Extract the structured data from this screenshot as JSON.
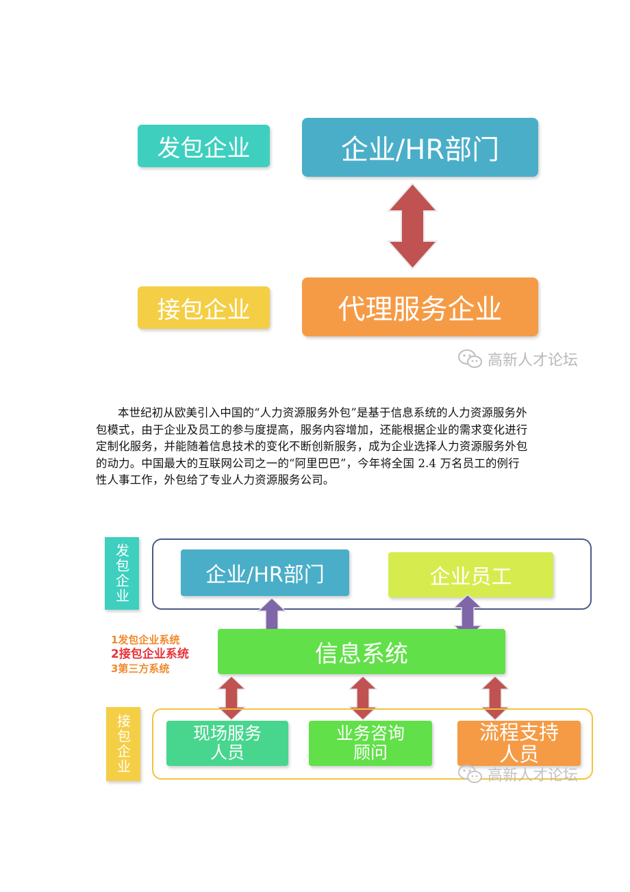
{
  "diagram1": {
    "outsourcing_label": "发包企业",
    "hr_dept": "企业/HR部门",
    "contractor_label": "接包企业",
    "agency": "代理服务企业",
    "watermark": "高新人才论坛"
  },
  "paragraph": "本世纪初从欧美引入中国的“人力资源服务外包”是基于信息系统的人力资源服务外包模式，由于企业及员工的参与度提高，服务内容增加，还能根据企业的需求变化进行定制化服务，并能随着信息技术的变化不断创新服务，成为企业选择人力资源服务外包的动力。中国最大的互联网公司之一的“阿里巴巴”，今年将全国 2.4 万名员工的例行性人事工作，外包给了专业人力资源服务公司。",
  "diagram2": {
    "outsourcing_label": "发包企业",
    "hr_dept": "企业/HR部门",
    "employees": "企业员工",
    "info_system": "信息系统",
    "legend": [
      "1发包企业系统",
      "2接包企业系统",
      "3第三方系统"
    ],
    "contractor_label": "接包企业",
    "onsite_staff": "现场服务人员",
    "consultant": "业务咨询顾问",
    "process_support": "流程支持人员",
    "watermark": "高新人才论坛"
  },
  "colors": {
    "teal": "#3ecfbf",
    "blue": "#4aaec8",
    "yellow": "#f4ce45",
    "orange": "#f59b46",
    "red_arrow": "#c05252",
    "lime": "#d6ec4e",
    "green": "#62e04a",
    "purple_arrow": "#8065a8",
    "mint": "#48d68e",
    "legend1": "#f08a2c",
    "legend2": "#e8323a",
    "legend3": "#f08a2c"
  }
}
